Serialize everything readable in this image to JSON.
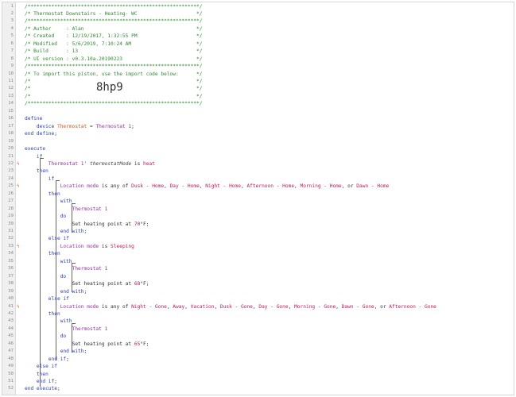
{
  "lines": [
    {
      "n": "1",
      "parts": [
        [
          "c",
          "/**********************************************************/"
        ]
      ]
    },
    {
      "n": "2",
      "parts": [
        [
          "c",
          "/* Thermostat Downstairs - Heating- WC                    */"
        ]
      ]
    },
    {
      "n": "3",
      "parts": [
        [
          "c",
          "/**********************************************************/"
        ]
      ]
    },
    {
      "n": "4",
      "parts": [
        [
          "c",
          "/* Author     : Alan                                      */"
        ]
      ]
    },
    {
      "n": "5",
      "parts": [
        [
          "c",
          "/* Created    : 12/19/2017, 1:32:55 PM                    */"
        ]
      ]
    },
    {
      "n": "6",
      "parts": [
        [
          "c",
          "/* Modified   : 5/6/2019, 7:10:24 AM                      */"
        ]
      ]
    },
    {
      "n": "7",
      "parts": [
        [
          "c",
          "/* Build      : 13                                        */"
        ]
      ]
    },
    {
      "n": "8",
      "parts": [
        [
          "c",
          "/* UI version : v0.3.10a.20190223                         */"
        ]
      ]
    },
    {
      "n": "9",
      "parts": [
        [
          "c",
          "/**********************************************************/"
        ]
      ]
    },
    {
      "n": "10",
      "parts": [
        [
          "c",
          "/* To import this piston, use the import code below:      */"
        ]
      ]
    },
    {
      "n": "11",
      "parts": [
        [
          "c",
          "/*                                                        */"
        ]
      ]
    },
    {
      "n": "12",
      "parts": [
        [
          "c",
          "/*                                                        */"
        ]
      ]
    },
    {
      "n": "13",
      "parts": [
        [
          "c",
          "/*                                                        */"
        ]
      ]
    },
    {
      "n": "14",
      "parts": [
        [
          "c",
          "/**********************************************************/"
        ]
      ]
    },
    {
      "n": "15",
      "parts": []
    },
    {
      "n": "16",
      "parts": [
        [
          "k",
          "define"
        ]
      ]
    },
    {
      "n": "17",
      "parts": [
        [
          "k",
          "    device "
        ],
        [
          "v",
          "Thermostat"
        ],
        [
          "t",
          " = "
        ],
        [
          "d",
          "Thermostat 1"
        ],
        [
          "t",
          ";"
        ]
      ]
    },
    {
      "n": "18",
      "parts": [
        [
          "k",
          "end define"
        ],
        [
          "t",
          ";"
        ]
      ]
    },
    {
      "n": "19",
      "parts": []
    },
    {
      "n": "20",
      "parts": [
        [
          "k",
          "execute"
        ]
      ]
    },
    {
      "n": "21",
      "parts": [
        [
          "k",
          "    if"
        ]
      ]
    },
    {
      "n": "22",
      "parts": [
        [
          "d",
          "        Thermostat 1"
        ],
        [
          "t",
          "' "
        ],
        [
          "vi",
          "thermostatMode"
        ],
        [
          "t",
          " is "
        ],
        [
          "s",
          "heat"
        ]
      ]
    },
    {
      "n": "23",
      "parts": [
        [
          "k",
          "    then"
        ]
      ]
    },
    {
      "n": "24",
      "parts": [
        [
          "k",
          "        if"
        ]
      ]
    },
    {
      "n": "25",
      "parts": [
        [
          "d",
          "            Location mode"
        ],
        [
          "t",
          " is any of "
        ],
        [
          "s",
          "Dusk - Home"
        ],
        [
          "t",
          ", "
        ],
        [
          "s",
          "Day - Home"
        ],
        [
          "t",
          ", "
        ],
        [
          "s",
          "Night - Home"
        ],
        [
          "t",
          ", "
        ],
        [
          "s",
          "Afternoon - Home"
        ],
        [
          "t",
          ", "
        ],
        [
          "s",
          "Morning - Home"
        ],
        [
          "t",
          ", or "
        ],
        [
          "s",
          "Dawn - Home"
        ]
      ]
    },
    {
      "n": "26",
      "parts": [
        [
          "k",
          "        then"
        ]
      ]
    },
    {
      "n": "27",
      "parts": [
        [
          "k",
          "            with"
        ]
      ]
    },
    {
      "n": "28",
      "parts": [
        [
          "d",
          "                Thermostat 1"
        ]
      ]
    },
    {
      "n": "29",
      "parts": [
        [
          "k",
          "            do"
        ]
      ]
    },
    {
      "n": "30",
      "parts": [
        [
          "t",
          "                Set heating point at "
        ],
        [
          "s",
          "70"
        ],
        [
          "t",
          "°F;"
        ]
      ]
    },
    {
      "n": "31",
      "parts": [
        [
          "k",
          "            end with"
        ],
        [
          "t",
          ";"
        ]
      ]
    },
    {
      "n": "32",
      "parts": [
        [
          "k",
          "        else if"
        ]
      ]
    },
    {
      "n": "33",
      "parts": [
        [
          "d",
          "            Location mode"
        ],
        [
          "t",
          " is "
        ],
        [
          "s",
          "Sleeping"
        ]
      ]
    },
    {
      "n": "34",
      "parts": [
        [
          "k",
          "        then"
        ]
      ]
    },
    {
      "n": "35",
      "parts": [
        [
          "k",
          "            with"
        ]
      ]
    },
    {
      "n": "36",
      "parts": [
        [
          "d",
          "                Thermostat 1"
        ]
      ]
    },
    {
      "n": "37",
      "parts": [
        [
          "k",
          "            do"
        ]
      ]
    },
    {
      "n": "38",
      "parts": [
        [
          "t",
          "                Set heating point at "
        ],
        [
          "s",
          "68"
        ],
        [
          "t",
          "°F;"
        ]
      ]
    },
    {
      "n": "39",
      "parts": [
        [
          "k",
          "            end with"
        ],
        [
          "t",
          ";"
        ]
      ]
    },
    {
      "n": "40",
      "parts": [
        [
          "k",
          "        else if"
        ]
      ]
    },
    {
      "n": "41",
      "parts": [
        [
          "d",
          "            Location mode"
        ],
        [
          "t",
          " is any of "
        ],
        [
          "s",
          "Night - Gone"
        ],
        [
          "t",
          ", "
        ],
        [
          "s",
          "Away"
        ],
        [
          "t",
          ", "
        ],
        [
          "s",
          "Vacation"
        ],
        [
          "t",
          ", "
        ],
        [
          "s",
          "Dusk - Gone"
        ],
        [
          "t",
          ", "
        ],
        [
          "s",
          "Day - Gone"
        ],
        [
          "t",
          ", "
        ],
        [
          "s",
          "Morning - Gone"
        ],
        [
          "t",
          ", "
        ],
        [
          "s",
          "Dawn - Gone"
        ],
        [
          "t",
          ", or "
        ],
        [
          "s",
          "Afternoon - Gone"
        ]
      ]
    },
    {
      "n": "42",
      "parts": [
        [
          "k",
          "        then"
        ]
      ]
    },
    {
      "n": "43",
      "parts": [
        [
          "k",
          "            with"
        ]
      ]
    },
    {
      "n": "44",
      "parts": [
        [
          "d",
          "                Thermostat 1"
        ]
      ]
    },
    {
      "n": "45",
      "parts": [
        [
          "k",
          "            do"
        ]
      ]
    },
    {
      "n": "46",
      "parts": [
        [
          "t",
          "                Set heating point at "
        ],
        [
          "s",
          "65"
        ],
        [
          "t",
          "°F;"
        ]
      ]
    },
    {
      "n": "47",
      "parts": [
        [
          "k",
          "            end with"
        ],
        [
          "t",
          ";"
        ]
      ]
    },
    {
      "n": "48",
      "parts": [
        [
          "k",
          "        end if"
        ],
        [
          "t",
          ";"
        ]
      ]
    },
    {
      "n": "49",
      "parts": [
        [
          "k",
          "    else if"
        ]
      ]
    },
    {
      "n": "50",
      "parts": [
        [
          "k",
          "    then"
        ]
      ]
    },
    {
      "n": "51",
      "parts": [
        [
          "k",
          "    end if"
        ],
        [
          "t",
          ";"
        ]
      ]
    },
    {
      "n": "52",
      "parts": [
        [
          "k",
          "end execute"
        ],
        [
          "t",
          ";"
        ]
      ]
    }
  ],
  "import_code": "8hp9",
  "marker_lines": [
    "22",
    "25",
    "33",
    "41"
  ],
  "marker_icon": "lightning-bolt-icon",
  "marker_glyph": "ϟ"
}
